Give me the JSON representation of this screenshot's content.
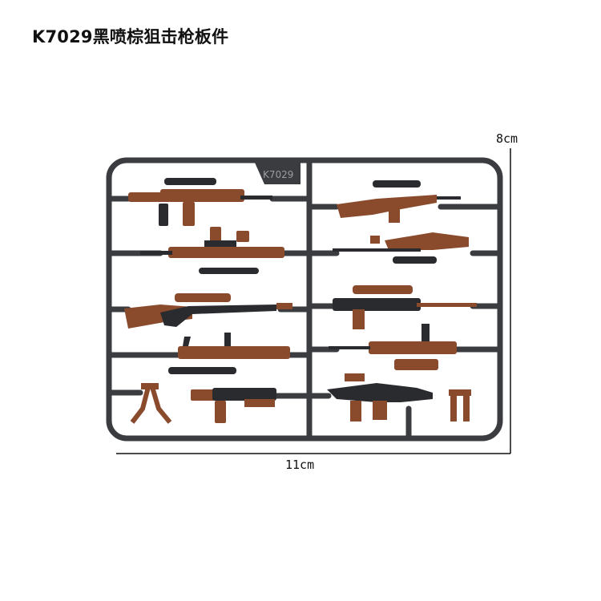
{
  "title": "K7029黑喷棕狙击枪板件",
  "sprue_label": "K7029",
  "dimensions": {
    "height_label": "8cm",
    "width_label": "11cm"
  },
  "colors": {
    "sprue": "#3a3c40",
    "weapon_brown": "#8a4a2c",
    "weapon_black": "#2a2b2e",
    "background": "#ffffff"
  }
}
